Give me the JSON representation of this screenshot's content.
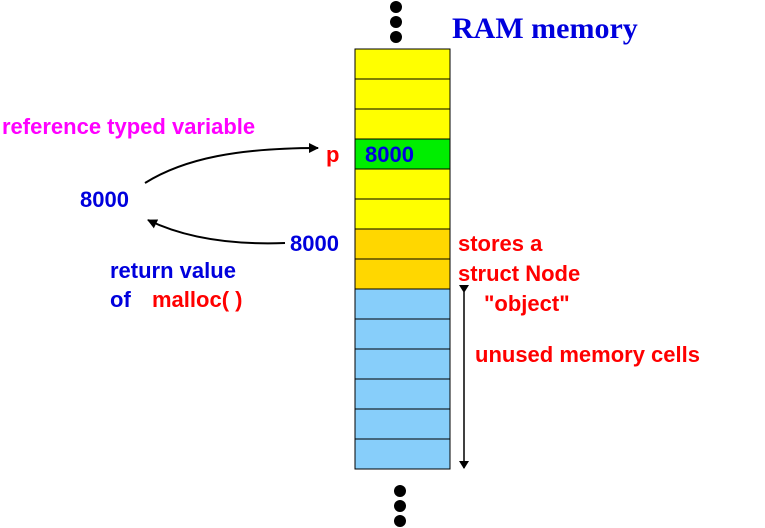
{
  "title": "RAM memory",
  "labels": {
    "reference_variable": "reference typed variable",
    "p": "p",
    "cell_value": "8000",
    "left_value": "8000",
    "malloc_value": "8000",
    "return_value_line1": "return value",
    "return_value_of": "of",
    "return_value_malloc": "malloc( )",
    "stores_line1": "stores a",
    "stores_line2": "struct Node",
    "stores_line3": "\"object\"",
    "unused": "unused memory cells"
  },
  "memory": {
    "cells": [
      "used",
      "used",
      "used",
      "pointer",
      "used",
      "used",
      "object",
      "object",
      "free",
      "free",
      "free",
      "free",
      "free",
      "free"
    ]
  },
  "colors": {
    "used": "#ffff00",
    "pointer": "#00ee00",
    "object": "#ffd700",
    "free": "#87cefa",
    "title": "#0000dd",
    "magenta": "#ff00ff",
    "red": "#ff0000",
    "blue": "#0000dd"
  }
}
